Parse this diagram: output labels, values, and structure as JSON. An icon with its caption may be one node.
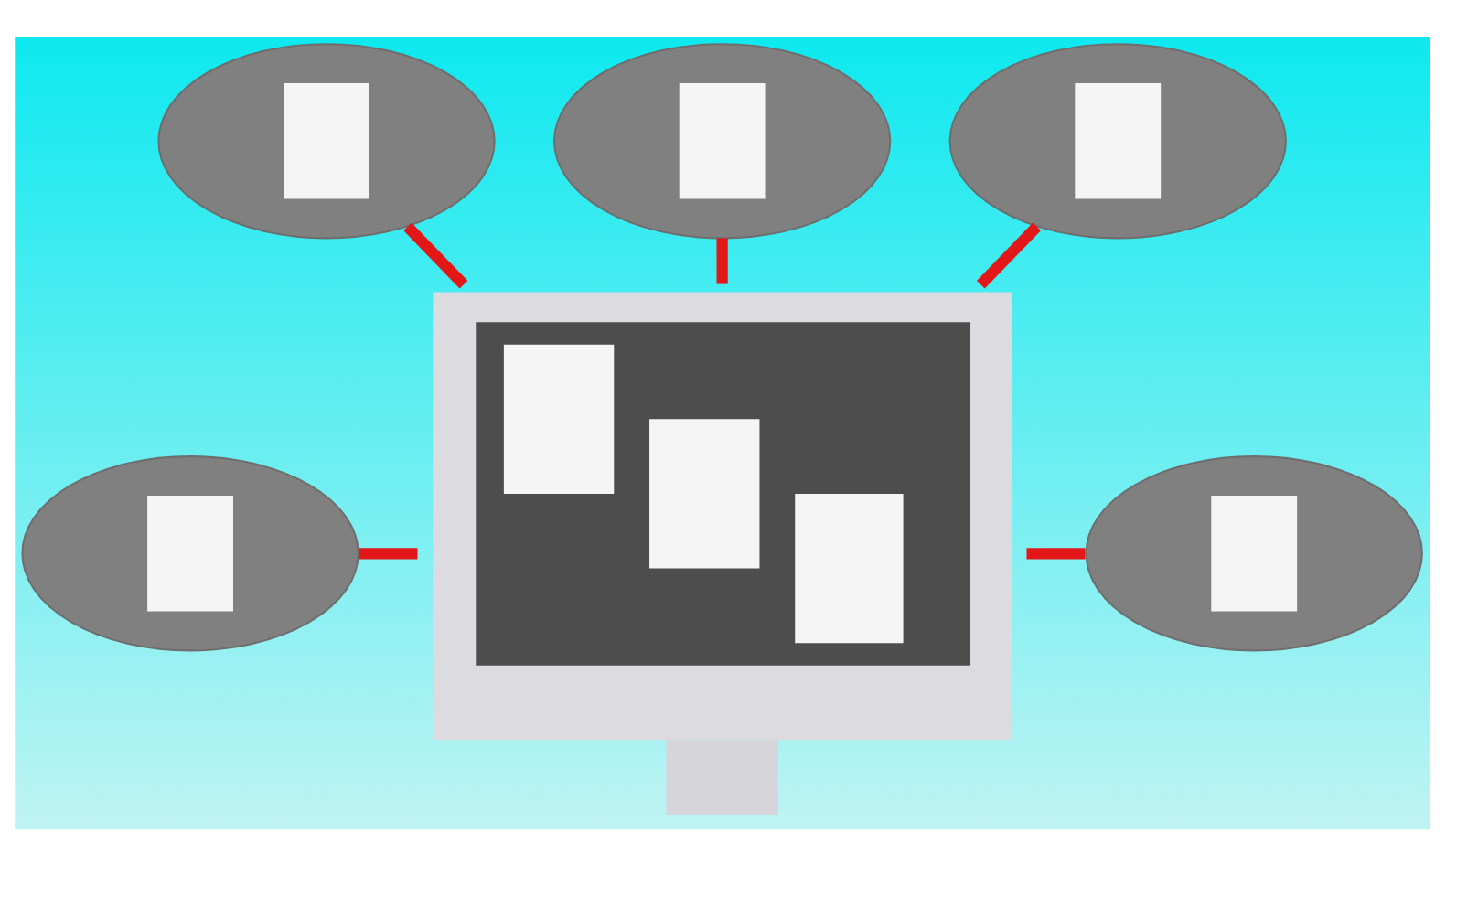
{
  "diagram": {
    "nodes": [
      {
        "text": [],
        "shape": "cloud"
      },
      {
        "text": [],
        "shape": "cloud"
      },
      {
        "text": [],
        "shape": "cloud"
      },
      {
        "text": [],
        "shape": "cloud"
      },
      {
        "text": [],
        "shape": "picture"
      },
      {
        "text": [],
        "shape": "cloud"
      }
    ],
    "edges": [
      {
        "from": 0,
        "to": 4,
        "arrow": "none"
      },
      {
        "from": 1,
        "to": 4,
        "arrow": "none"
      },
      {
        "from": 2,
        "to": 4,
        "arrow": "none"
      },
      {
        "from": 3,
        "to": 4,
        "arrow": "none"
      },
      {
        "from": 4,
        "to": 5,
        "arrow": "none"
      }
    ]
  }
}
